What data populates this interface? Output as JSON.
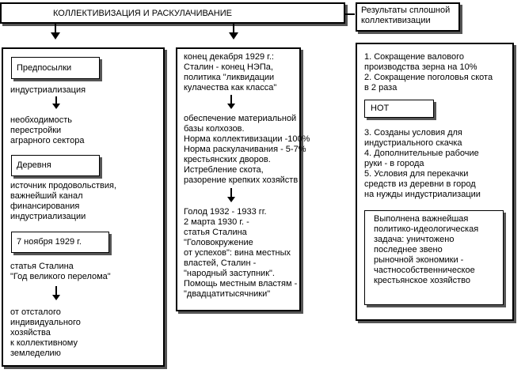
{
  "title": "КОЛЛЕКТИВИЗАЦИЯ И РАСКУЛАЧИВАНИЕ",
  "left": {
    "prerequisites_label": "Предпосылки",
    "prerequisites_items": "индустриализация",
    "need_text": "необходимость\nперестройки\nаграрного сектора",
    "village_label": "Деревня",
    "village_text": "источник продовольствия,\nважнейший канал\nфинансирования\nиндустриализации",
    "date_label": "7 ноября 1929 г.",
    "stalin_article": "статья Сталина\n\"Год великого перелома\"",
    "transition_text": "от отсталого\nиндивидуального\nхозяйства\nк коллективному\nземледелию"
  },
  "middle": {
    "block1": "конец декабря 1929 г.:\nСталин - конец НЭПа,\nполитика \"ликвидации\nкулачества как класса\"",
    "block2": "обеспечение материальной\nбазы колхозов.\nНорма коллективизации -100%\nНорма раскулачивания - 5-7%\nкрестьянских дворов.\nИстребление скота,\nразорение крепких хозяйств",
    "block3": "Голод 1932 - 1933 гг.\n2 марта 1930 г. -\nстатья Сталина\n\"Головокружение\nот успехов\": вина местных\nвластей, Сталин -\n\"народный заступник\".\nПомощь местным властям -\n\"двадцатитысячники\""
  },
  "right": {
    "results_title": "Результаты сплошной\nколлективизации",
    "results_1_2": "1. Сокращение валового\nпроизводства зерна на 10%\n2. Сокращение поголовья скота\nв 2 раза",
    "not_label": "НОТ",
    "results_3_5": "3. Созданы условия для\nиндустриального скачка\n4. Дополнительные рабочие\nруки - в города\n5. Условия для перекачки\nсредств из деревни в город\nна нужды индустриализации",
    "conclusion": "Выполнена важнейшая\nполитико-идеологическая\nзадача: уничтожено\nпоследнее звено\nрыночной экономики -\nчастнособственническое\nкрестьянское хозяйство"
  }
}
